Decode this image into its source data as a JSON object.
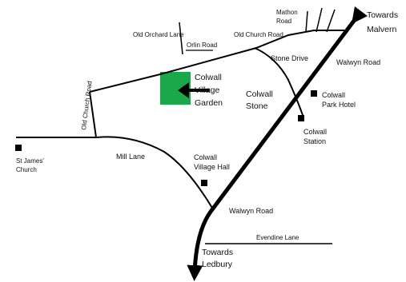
{
  "labels": {
    "towards_malvern": [
      "Towards",
      "Malvern"
    ],
    "towards_ledbury": [
      "Towards",
      "Ledbury"
    ],
    "mathon_road": [
      "Mathon",
      "Road"
    ],
    "old_orchard_lane": "Old Orchard Lane",
    "orlin_road": "Orlin Road",
    "old_church_road_top": "Old Church Road",
    "old_church_road_side": "Old Church Road",
    "stone_drive": "Stone Drive",
    "walwyn_road_top": "Walwyn Road",
    "walwyn_road_bottom": "Walwyn Road",
    "colwall_village_garden": [
      "Colwall",
      "Village",
      "Garden"
    ],
    "colwall_stone": [
      "Colwall",
      "Stone"
    ],
    "colwall_park_hotel": [
      "Colwall",
      "Park Hotel"
    ],
    "colwall_station": [
      "Colwall",
      "Station"
    ],
    "st_james_church": [
      "St James'",
      "Church"
    ],
    "mill_lane": "Mill Lane",
    "colwall_village_hall": [
      "Colwall",
      "Village Hall"
    ],
    "evendine_lane": "Evendine Lane"
  },
  "colors": {
    "garden": "#1aa84a",
    "road": "#000000"
  }
}
